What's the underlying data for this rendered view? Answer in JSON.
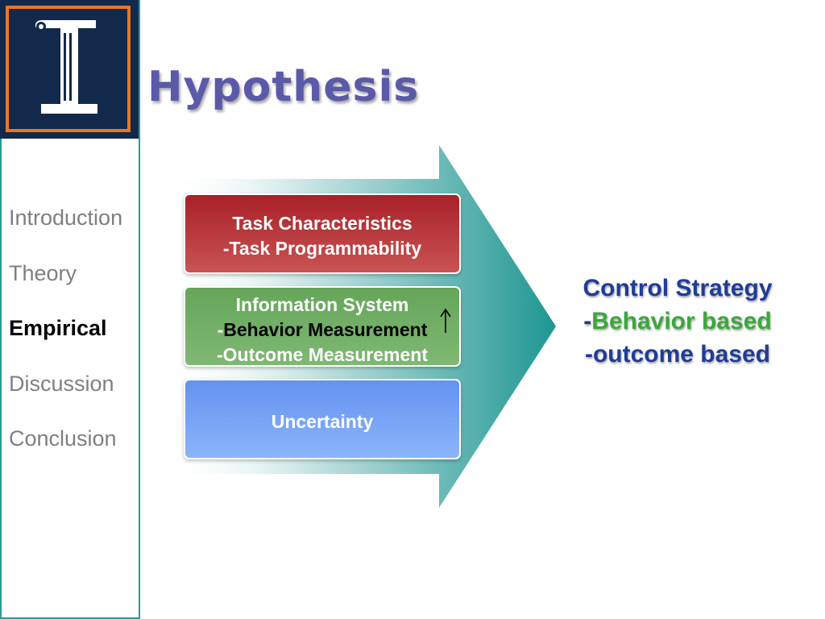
{
  "title": "Hypothesis",
  "nav": [
    {
      "label": "Introduction"
    },
    {
      "label": "Theory"
    },
    {
      "label": "Empirical"
    },
    {
      "label": "Discussion"
    },
    {
      "label": "Conclusion"
    }
  ],
  "boxes": {
    "task": {
      "line1": "Task Characteristics",
      "line2": "-Task Programmability"
    },
    "info": {
      "line1": "Information System",
      "dash": "-",
      "behavior": "Behavior Measurement",
      "line3": "-Outcome Measurement"
    },
    "uncertainty": {
      "label": "Uncertainty"
    }
  },
  "outcome": {
    "line1": "Control Strategy",
    "dash": "-",
    "behavior": "Behavior based",
    "line3": "-outcome based"
  },
  "colors": {
    "accent_teal": "#2a9a98",
    "logo_navy": "#13294b",
    "logo_orange": "#e87722",
    "title_purple": "#5a5aa8",
    "task_red": "#a82128",
    "info_green": "#66a55a",
    "uncertainty_blue": "#6492f0",
    "outcome_blue": "#1f3c97",
    "outcome_green": "#3aa83a"
  },
  "icons": {
    "logo": "university-column-logo",
    "up": "up-arrow-icon",
    "flow": "right-arrow-shape"
  }
}
